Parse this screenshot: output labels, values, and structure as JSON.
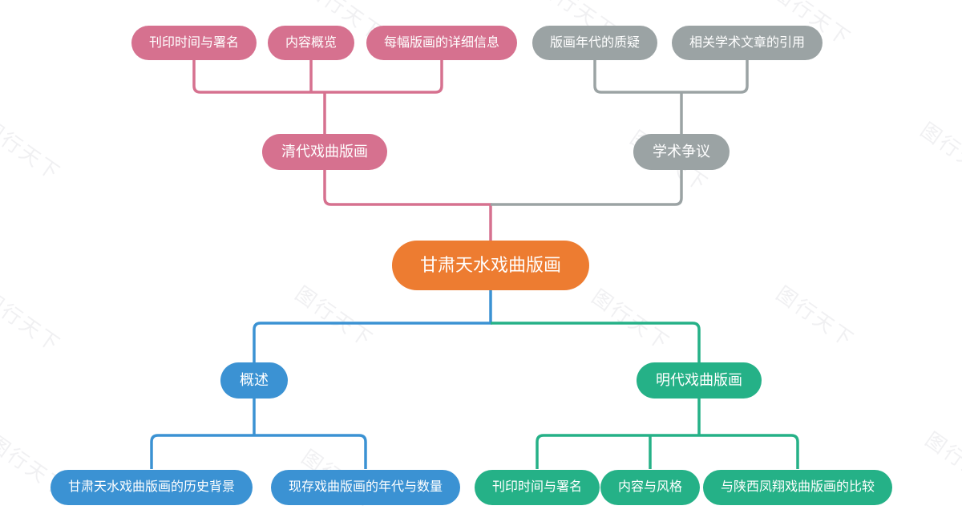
{
  "watermark": {
    "text": "图行天下"
  },
  "colors": {
    "background": "#FFFFFF",
    "node_text": "#FFFFFF",
    "orange": "#ED7C31",
    "pink": "#D6718F",
    "gray": "#9BA3A4",
    "blue": "#3B92D3",
    "teal": "#25B187"
  },
  "mindmap": {
    "root": {
      "label": "甘肃天水戏曲版画"
    },
    "branches": [
      {
        "label": "清代戏曲版画",
        "children": [
          "刊印时间与署名",
          "内容概览",
          "每幅版画的详细信息"
        ]
      },
      {
        "label": "学术争议",
        "children": [
          "版画年代的质疑",
          "相关学术文章的引用"
        ]
      },
      {
        "label": "概述",
        "children": [
          "甘肃天水戏曲版画的历史背景",
          "现存戏曲版画的年代与数量"
        ]
      },
      {
        "label": "明代戏曲版画",
        "children": [
          "刊印时间与署名",
          "内容与风格",
          "与陕西凤翔戏曲版画的比较"
        ]
      }
    ]
  }
}
